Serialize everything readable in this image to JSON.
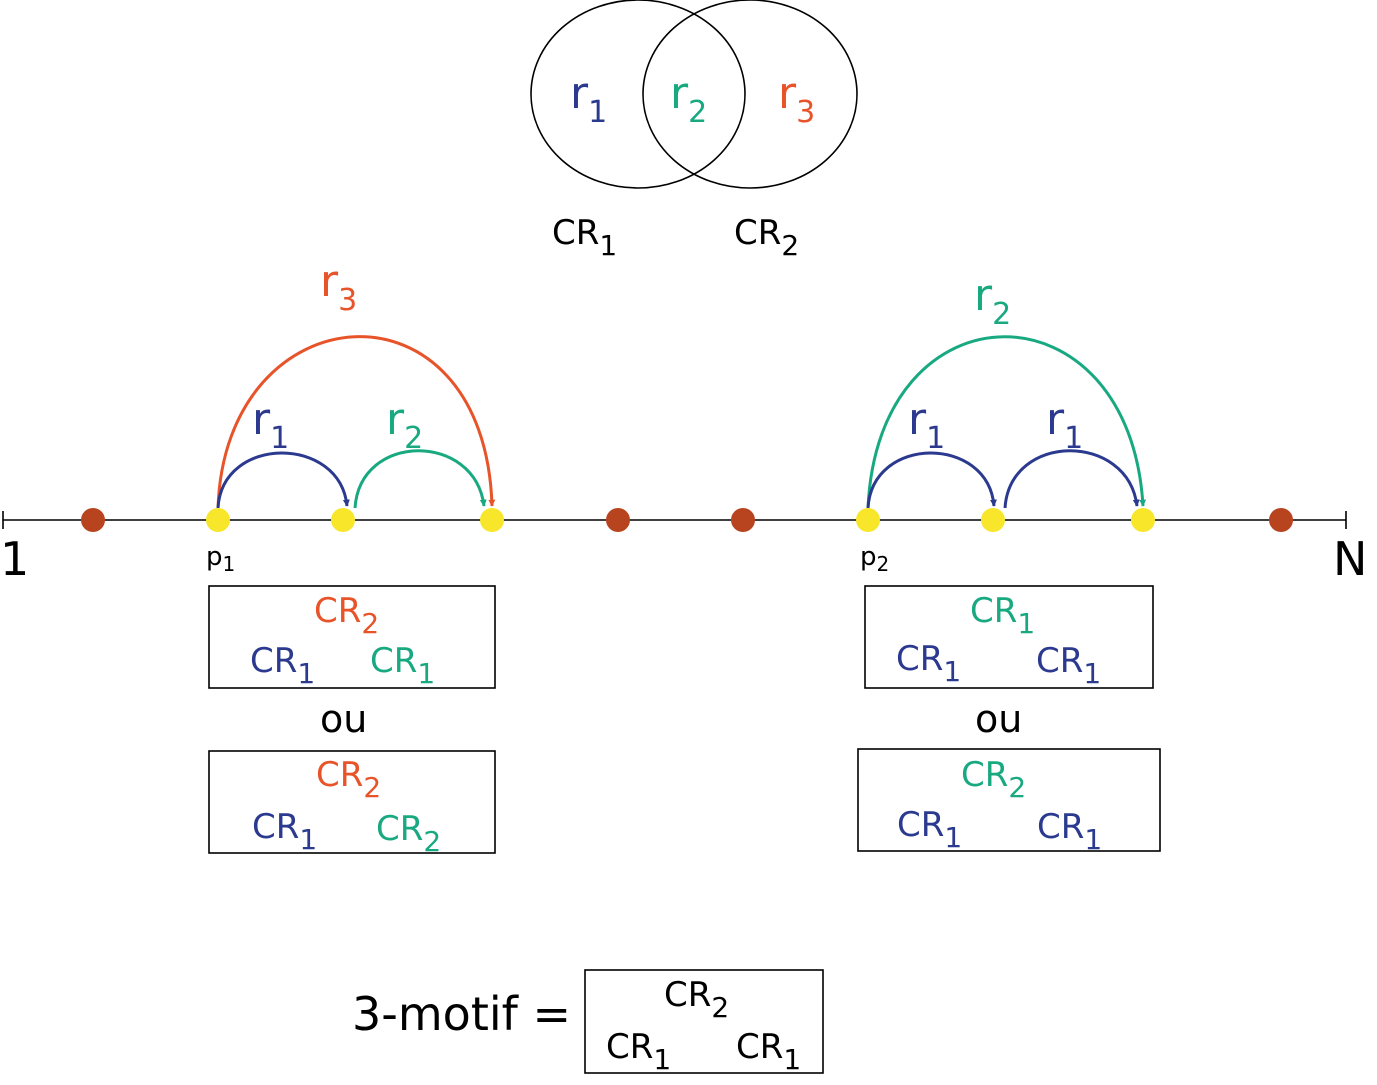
{
  "colors": {
    "r1": "#2b3a8f",
    "r2": "#19a981",
    "r3": "#e8542a",
    "ink": "#000000",
    "node_other": "#b7441f",
    "node_site": "#f7e62a"
  },
  "venn": {
    "left_region": {
      "letter": "r",
      "index": "1"
    },
    "middle_region": {
      "letter": "r",
      "index": "2"
    },
    "right_region": {
      "letter": "r",
      "index": "3"
    },
    "circle1": {
      "letter": "CR",
      "index": "1"
    },
    "circle2": {
      "letter": "CR",
      "index": "2"
    }
  },
  "axis": {
    "start_label": "1",
    "end_label": "N",
    "site1": {
      "letter": "p",
      "index": "1"
    },
    "site2": {
      "letter": "p",
      "index": "2"
    }
  },
  "arcs": {
    "p1_short1": {
      "letter": "r",
      "index": "1"
    },
    "p1_short2": {
      "letter": "r",
      "index": "2"
    },
    "p1_long": {
      "letter": "r",
      "index": "3"
    },
    "p2_short1": {
      "letter": "r",
      "index": "1"
    },
    "p2_short2": {
      "letter": "r",
      "index": "1"
    },
    "p2_long": {
      "letter": "r",
      "index": "2"
    }
  },
  "boxes": {
    "p1_a": {
      "top": {
        "letter": "CR",
        "index": "2"
      },
      "left": {
        "letter": "CR",
        "index": "1"
      },
      "right": {
        "letter": "CR",
        "index": "1"
      }
    },
    "p1_b": {
      "top": {
        "letter": "CR",
        "index": "2"
      },
      "left": {
        "letter": "CR",
        "index": "1"
      },
      "right": {
        "letter": "CR",
        "index": "2"
      }
    },
    "p2_a": {
      "top": {
        "letter": "CR",
        "index": "1"
      },
      "left": {
        "letter": "CR",
        "index": "1"
      },
      "right": {
        "letter": "CR",
        "index": "1"
      }
    },
    "p2_b": {
      "top": {
        "letter": "CR",
        "index": "2"
      },
      "left": {
        "letter": "CR",
        "index": "1"
      },
      "right": {
        "letter": "CR",
        "index": "1"
      }
    }
  },
  "or_label_p1": "ou",
  "or_label_p2": "ou",
  "motif": {
    "label": "3-motif =",
    "top": {
      "letter": "CR",
      "index": "2"
    },
    "left": {
      "letter": "CR",
      "index": "1"
    },
    "right": {
      "letter": "CR",
      "index": "1"
    }
  }
}
